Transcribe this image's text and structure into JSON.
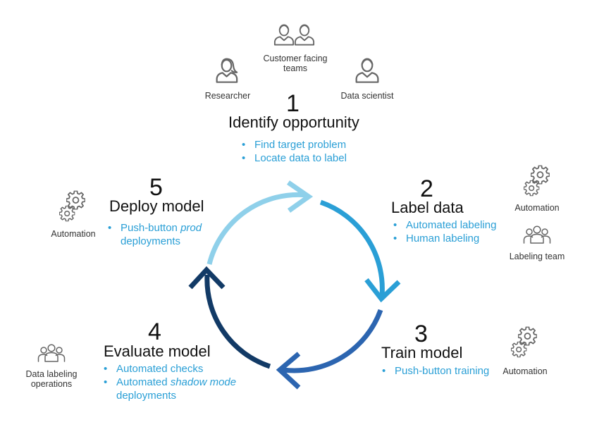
{
  "colors": {
    "arrow_1": "#8fd0ea",
    "arrow_2": "#2a9fd6",
    "arrow_3": "#2c65b0",
    "arrow_4": "#123a66",
    "bullet_text": "#2a9fd6",
    "icon_stroke": "#666666"
  },
  "stages": {
    "s1": {
      "number": "1",
      "title": "Identify opportunity",
      "bullets": [
        "Find target problem",
        "Locate data to label"
      ]
    },
    "s2": {
      "number": "2",
      "title": "Label data",
      "bullets": [
        "Automated labeling",
        "Human labeling"
      ]
    },
    "s3": {
      "number": "3",
      "title": "Train model",
      "bullets": [
        "Push-button training"
      ]
    },
    "s4": {
      "number": "4",
      "title": "Evaluate model",
      "bullet1": "Automated checks",
      "bullet2_pre": "Automated ",
      "bullet2_em": "shadow mode",
      "bullet2_post": "deployments"
    },
    "s5": {
      "number": "5",
      "title": "Deploy model",
      "bullet_pre": "Push-button ",
      "bullet_em": "prod",
      "bullet_post": "deployments"
    }
  },
  "roles": {
    "customer_facing": [
      "Customer facing",
      "teams"
    ],
    "researcher": "Researcher",
    "data_scientist": "Data scientist",
    "automation_s2": "Automation",
    "labeling_team": "Labeling team",
    "automation_s3": "Automation",
    "data_labeling_ops": [
      "Data labeling",
      "operations"
    ],
    "automation_s5": "Automation"
  },
  "icons": {
    "customer_facing": "two-people-icon",
    "researcher": "female-person-icon",
    "data_scientist": "male-person-icon",
    "automation": "gears-icon",
    "team": "group-icon"
  }
}
